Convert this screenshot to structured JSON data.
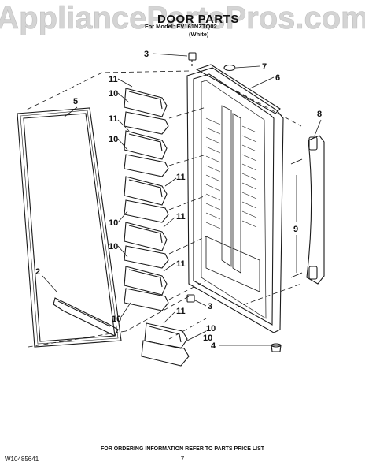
{
  "header": {
    "watermark": "AppliancePartsPros.com",
    "title": "DOOR PARTS",
    "model_line": "For Model: EV161NZTQ02",
    "variant": "(White)"
  },
  "callouts": {
    "c1": "3",
    "c2": "7",
    "c3": "6",
    "c4": "5",
    "c5": "8",
    "c6": "11",
    "c7": "10",
    "c8": "11",
    "c9": "10",
    "c10": "11",
    "c11": "10",
    "c12": "11",
    "c13": "10",
    "c14": "11",
    "c15": "10",
    "c16": "11",
    "c17": "10",
    "c18": "9",
    "c19": "2",
    "c20": "3",
    "c21": "10",
    "c22": "4"
  },
  "footer": {
    "doc_number": "W10485641",
    "order_info": "FOR ORDERING INFORMATION REFER TO PARTS PRICE LIST",
    "page_number": "7"
  },
  "colors": {
    "line": "#1a1a1a",
    "watermark": "#c8c8c8"
  }
}
